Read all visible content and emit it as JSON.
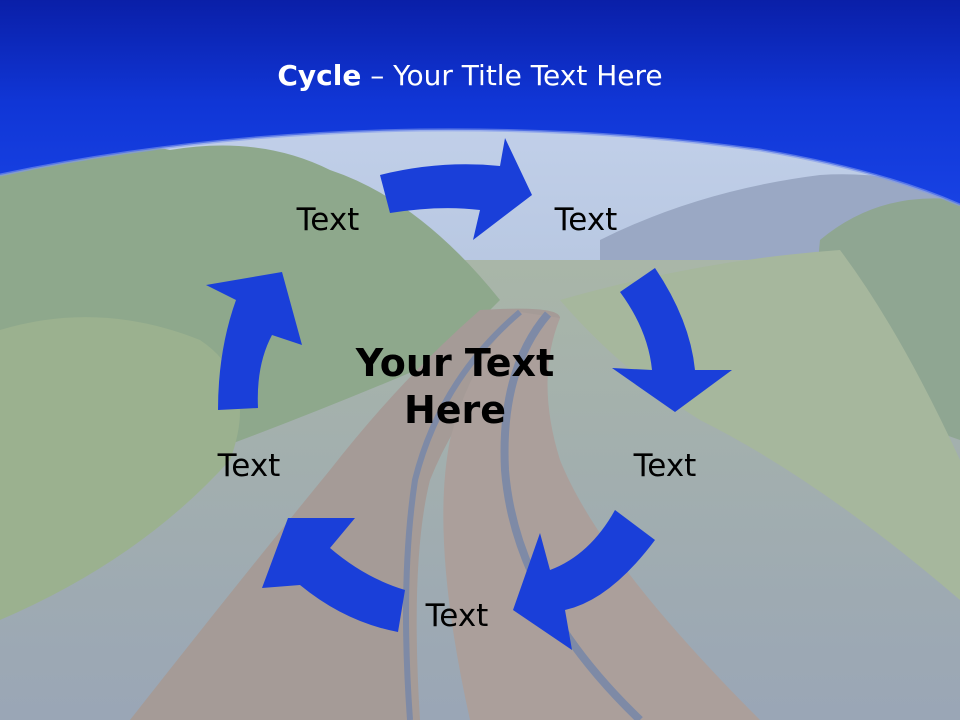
{
  "title": {
    "bold": "Cycle",
    "rest": " – Your Title Text Here"
  },
  "center_text": {
    "line1": "Your Text",
    "line2": "Here"
  },
  "nodes": [
    "Text",
    "Text",
    "Text",
    "Text",
    "Text"
  ],
  "colors": {
    "header_blue": "#0d2fd6",
    "arrow_blue": "#1a3fd9",
    "text": "#000000"
  }
}
